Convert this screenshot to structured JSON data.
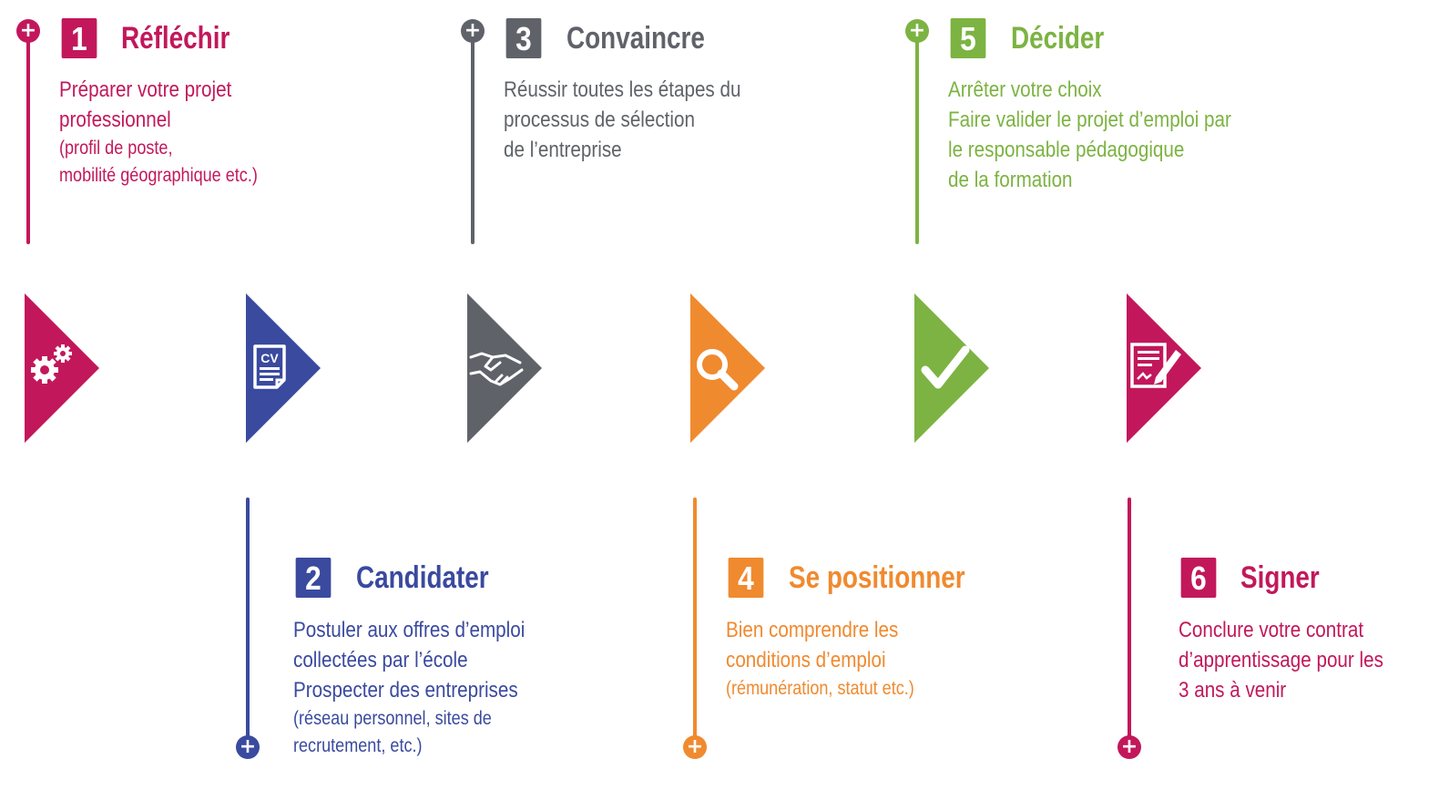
{
  "colors": {
    "magenta": "#c2185b",
    "blue": "#3a4a9f",
    "gray": "#5f6369",
    "orange": "#f08a2f",
    "green": "#7cb342"
  },
  "steps": [
    {
      "number": "1",
      "title": "Réfléchir",
      "lines": [
        "Préparer votre projet",
        "professionnel"
      ],
      "small": [
        "(profil de poste,",
        "mobilité géographique etc.)"
      ],
      "color": "#c2185b",
      "icon": "gears-icon"
    },
    {
      "number": "2",
      "title": "Candidater",
      "lines": [
        "Postuler aux offres d’emploi",
        "collectées par l’école",
        "Prospecter des entreprises"
      ],
      "small": [
        "(réseau personnel, sites de",
        "recrutement, etc.)"
      ],
      "color": "#3a4a9f",
      "icon": "cv-document-icon"
    },
    {
      "number": "3",
      "title": "Convaincre",
      "lines": [
        "Réussir toutes les étapes du",
        "processus de sélection",
        "de l’entreprise"
      ],
      "small": [],
      "color": "#5f6369",
      "icon": "handshake-icon"
    },
    {
      "number": "4",
      "title": "Se positionner",
      "lines": [
        "Bien comprendre les",
        "conditions d’emploi"
      ],
      "small": [
        "(rémunération, statut etc.)"
      ],
      "color": "#f08a2f",
      "icon": "magnifier-icon"
    },
    {
      "number": "5",
      "title": "Décider",
      "lines": [
        "Arrêter votre choix",
        "Faire valider le projet d’emploi par",
        "le responsable pédagogique",
        "de la formation"
      ],
      "small": [],
      "color": "#7cb342",
      "icon": "checkmark-icon"
    },
    {
      "number": "6",
      "title": "Signer",
      "lines": [
        "Conclure votre contrat",
        "d’apprentissage pour les",
        "3 ans à venir"
      ],
      "small": [],
      "color": "#c2185b",
      "icon": "contract-sign-icon"
    }
  ]
}
